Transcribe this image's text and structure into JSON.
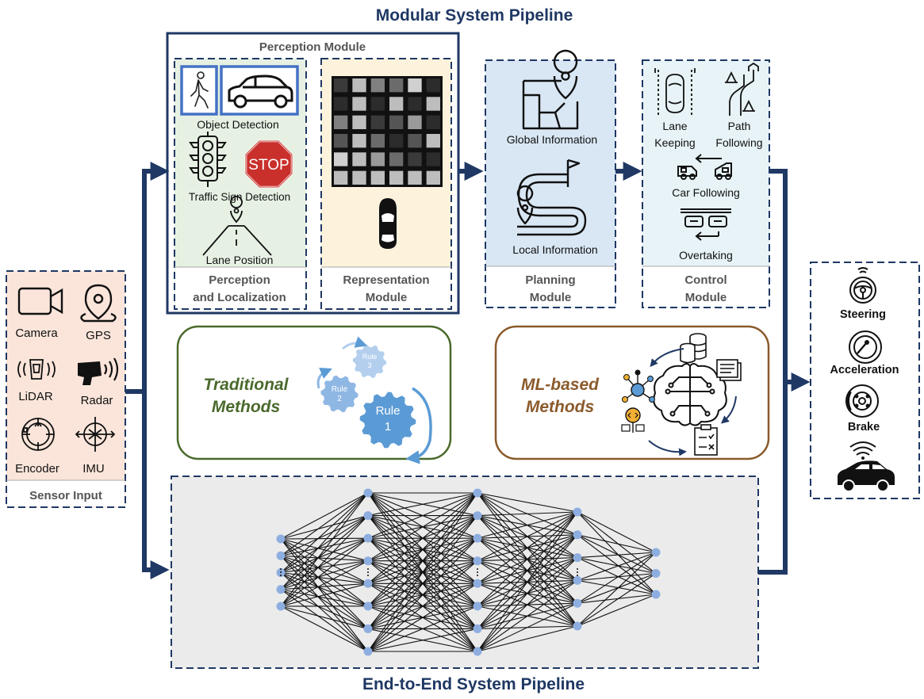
{
  "titles": {
    "modular": "Modular System Pipeline",
    "end_to_end": "End-to-End System Pipeline"
  },
  "perception_module": {
    "title": "Perception Module",
    "object_detection": "Object Detection",
    "traffic_sign_detection": "Traffic Sign Detection",
    "stop_sign": "STOP",
    "lane_position": "Lane Position",
    "perception_label_line1": "Perception",
    "perception_label_line2": "and Localization",
    "representation_label_line1": "Representation",
    "representation_label_line2": "Module"
  },
  "planning_module": {
    "global_info": "Global Information",
    "local_info": "Local Information",
    "label_line1": "Planning",
    "label_line2": "Module"
  },
  "control_module": {
    "lane_keeping_line1": "Lane",
    "lane_keeping_line2": "Keeping",
    "path_following_line1": "Path",
    "path_following_line2": "Following",
    "car_following": "Car Following",
    "overtaking": "Overtaking",
    "label_line1": "Control",
    "label_line2": "Module"
  },
  "sensor_input": {
    "camera": "Camera",
    "gps": "GPS",
    "lidar": "LiDAR",
    "radar": "Radar",
    "encoder": "Encoder",
    "imu": "IMU",
    "label": "Sensor Input"
  },
  "traditional": {
    "line1": "Traditional",
    "line2": "Methods",
    "gear_large_line1": "Rule",
    "gear_large_line2": "1",
    "gear_mid_line1": "Rule",
    "gear_mid_line2": "2",
    "gear_small_line1": "Rule",
    "gear_small_line2": "3"
  },
  "ml": {
    "line1": "ML-based",
    "line2": "Methods"
  },
  "outputs": {
    "steering": "Steering",
    "acceleration": "Acceleration",
    "brake": "Brake"
  },
  "colors": {
    "navy": "#1f3864",
    "perception_bg": "#e6f1e3",
    "representation_bg": "#fdf3dc",
    "planning_bg": "#d9e7f4",
    "control_bg": "#e7f3f6",
    "sensor_bg": "#fbe5da",
    "nn_bg": "#ebebeb",
    "trad_border": "#4a6a2c",
    "trad_text": "#4a6a2c",
    "ml_border": "#8b5a2b",
    "ml_text": "#8b5a2b",
    "gear_blue": "#5b9bd5",
    "node_blue": "#8eaee0"
  },
  "neural_network": {
    "layer_node_counts": [
      5,
      8,
      8,
      6,
      3
    ]
  }
}
